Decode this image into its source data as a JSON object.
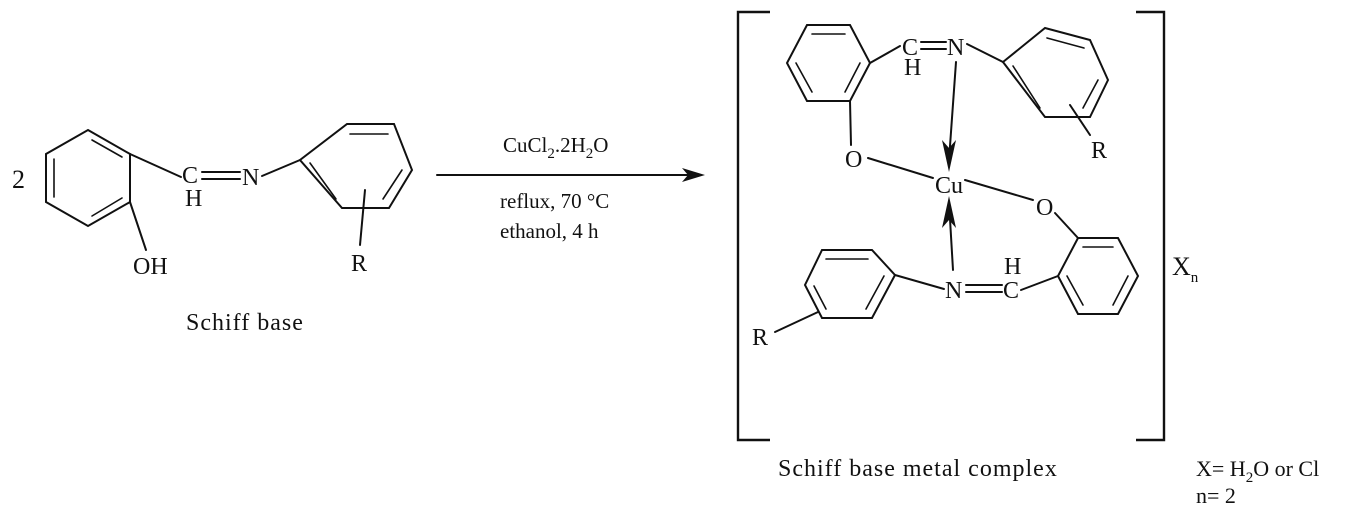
{
  "reactant": {
    "coefficient": "2",
    "atom_c": "C",
    "atom_h": "H",
    "atom_n": "N",
    "substituent": "R",
    "oh": "OH",
    "caption": "Schiff base"
  },
  "conditions": {
    "reagent_main": "CuCl",
    "reagent_sub": "2",
    "reagent_tail": ".2H",
    "reagent_sub2": "2",
    "reagent_end": "O",
    "line1": "reflux, 70 °C",
    "line2": "ethanol, 4 h"
  },
  "product": {
    "metal": "Cu",
    "oxygen": "O",
    "nitrogen": "N",
    "carbon": "C",
    "hydrogen": "H",
    "substituent": "R",
    "counterion": "X",
    "counterion_sub": "n",
    "caption": "Schiff base metal complex"
  },
  "notes": {
    "x_prefix": "X= H",
    "x_sub": "2",
    "x_suffix": "O or Cl",
    "n_def": "n= 2"
  }
}
